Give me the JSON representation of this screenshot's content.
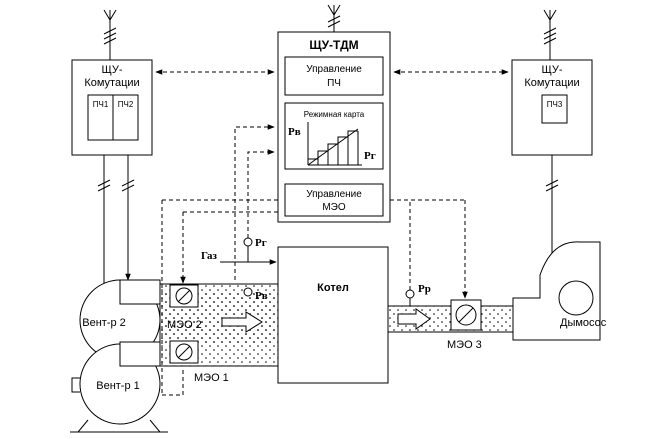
{
  "labels": {
    "shu_tdm": "ЩУ-ТДМ",
    "ctrl_pch": [
      "Управление",
      "ПЧ"
    ],
    "rezhim": "Режимная карта",
    "pv_graph": "Рв",
    "pg_graph": "Рг",
    "ctrl_meo": [
      "Управление",
      "МЭО"
    ],
    "shu_left": [
      "ЩУ-",
      "Комутации"
    ],
    "shu_right": [
      "ЩУ-",
      "Комутации"
    ],
    "pch1": "ПЧ1",
    "pch2": "ПЧ2",
    "pch3": "ПЧ3",
    "kotel": "Котел",
    "gaz": "Газ",
    "pg_sensor": "Рг",
    "pv_sensor": "Рв",
    "pr_sensor": "Рр",
    "vent2": "Вент-р 2",
    "vent1": "Вент-р 1",
    "meo2": "МЭО 2",
    "meo1": "МЭО 1",
    "meo3": "МЭО 3",
    "dymosos": "Дымосос"
  }
}
